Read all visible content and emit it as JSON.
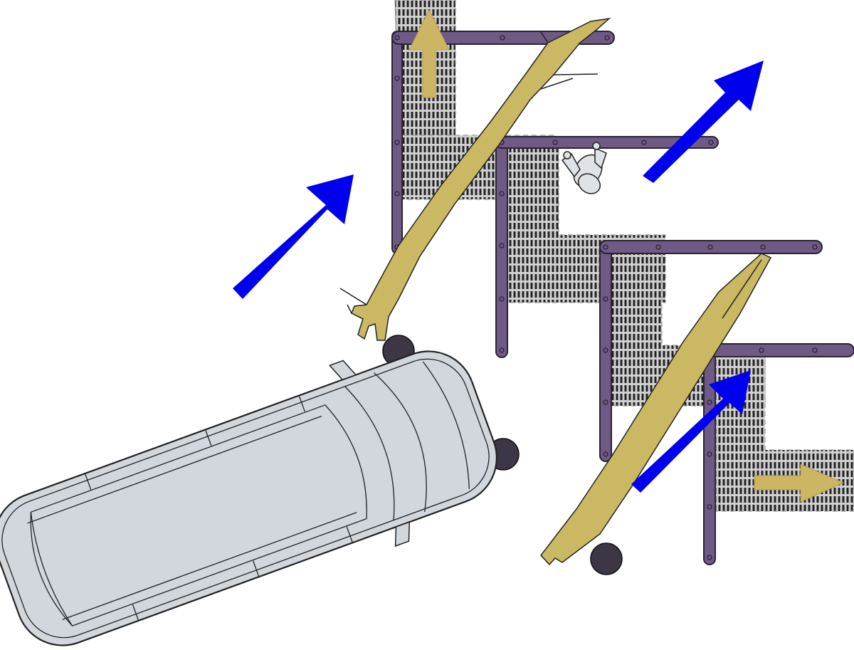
{
  "colors": {
    "background": "#ffffff",
    "platform_fill": "#cfcfcf",
    "grating_slot": "#232323",
    "rail_fill": "#6f5a86",
    "rail_stroke": "#2a2333",
    "tree_fill": "#cbb862",
    "wind_arrow": "#0000ee",
    "egress_arrow": "#ccb663",
    "car_body": "#d2d7de",
    "bollard": "#3d3644",
    "person": "#dfe2e6"
  },
  "icons": {
    "wind_arrow": "arrow-icon",
    "egress_arrow": "arrow-icon",
    "person": "person-icon",
    "vehicle": "car-icon",
    "tree": "fallen-tree-icon",
    "bollard": "circle-icon"
  },
  "elements": {
    "platforms": [
      "upper-landing",
      "stair-flight-1",
      "stair-flight-2",
      "stair-flight-3",
      "lower-landing"
    ],
    "handrails": [
      "rail-top",
      "rail-2",
      "rail-3",
      "rail-4"
    ],
    "wind_arrows": [
      "wind-left",
      "wind-upper-right",
      "wind-lower-right"
    ],
    "egress_arrows": [
      "egress-up",
      "egress-right"
    ],
    "bollards": [
      "bollard-1",
      "bollard-2",
      "bollard-3"
    ],
    "fallen_trees": [
      "tree-upper",
      "tree-lower"
    ]
  }
}
